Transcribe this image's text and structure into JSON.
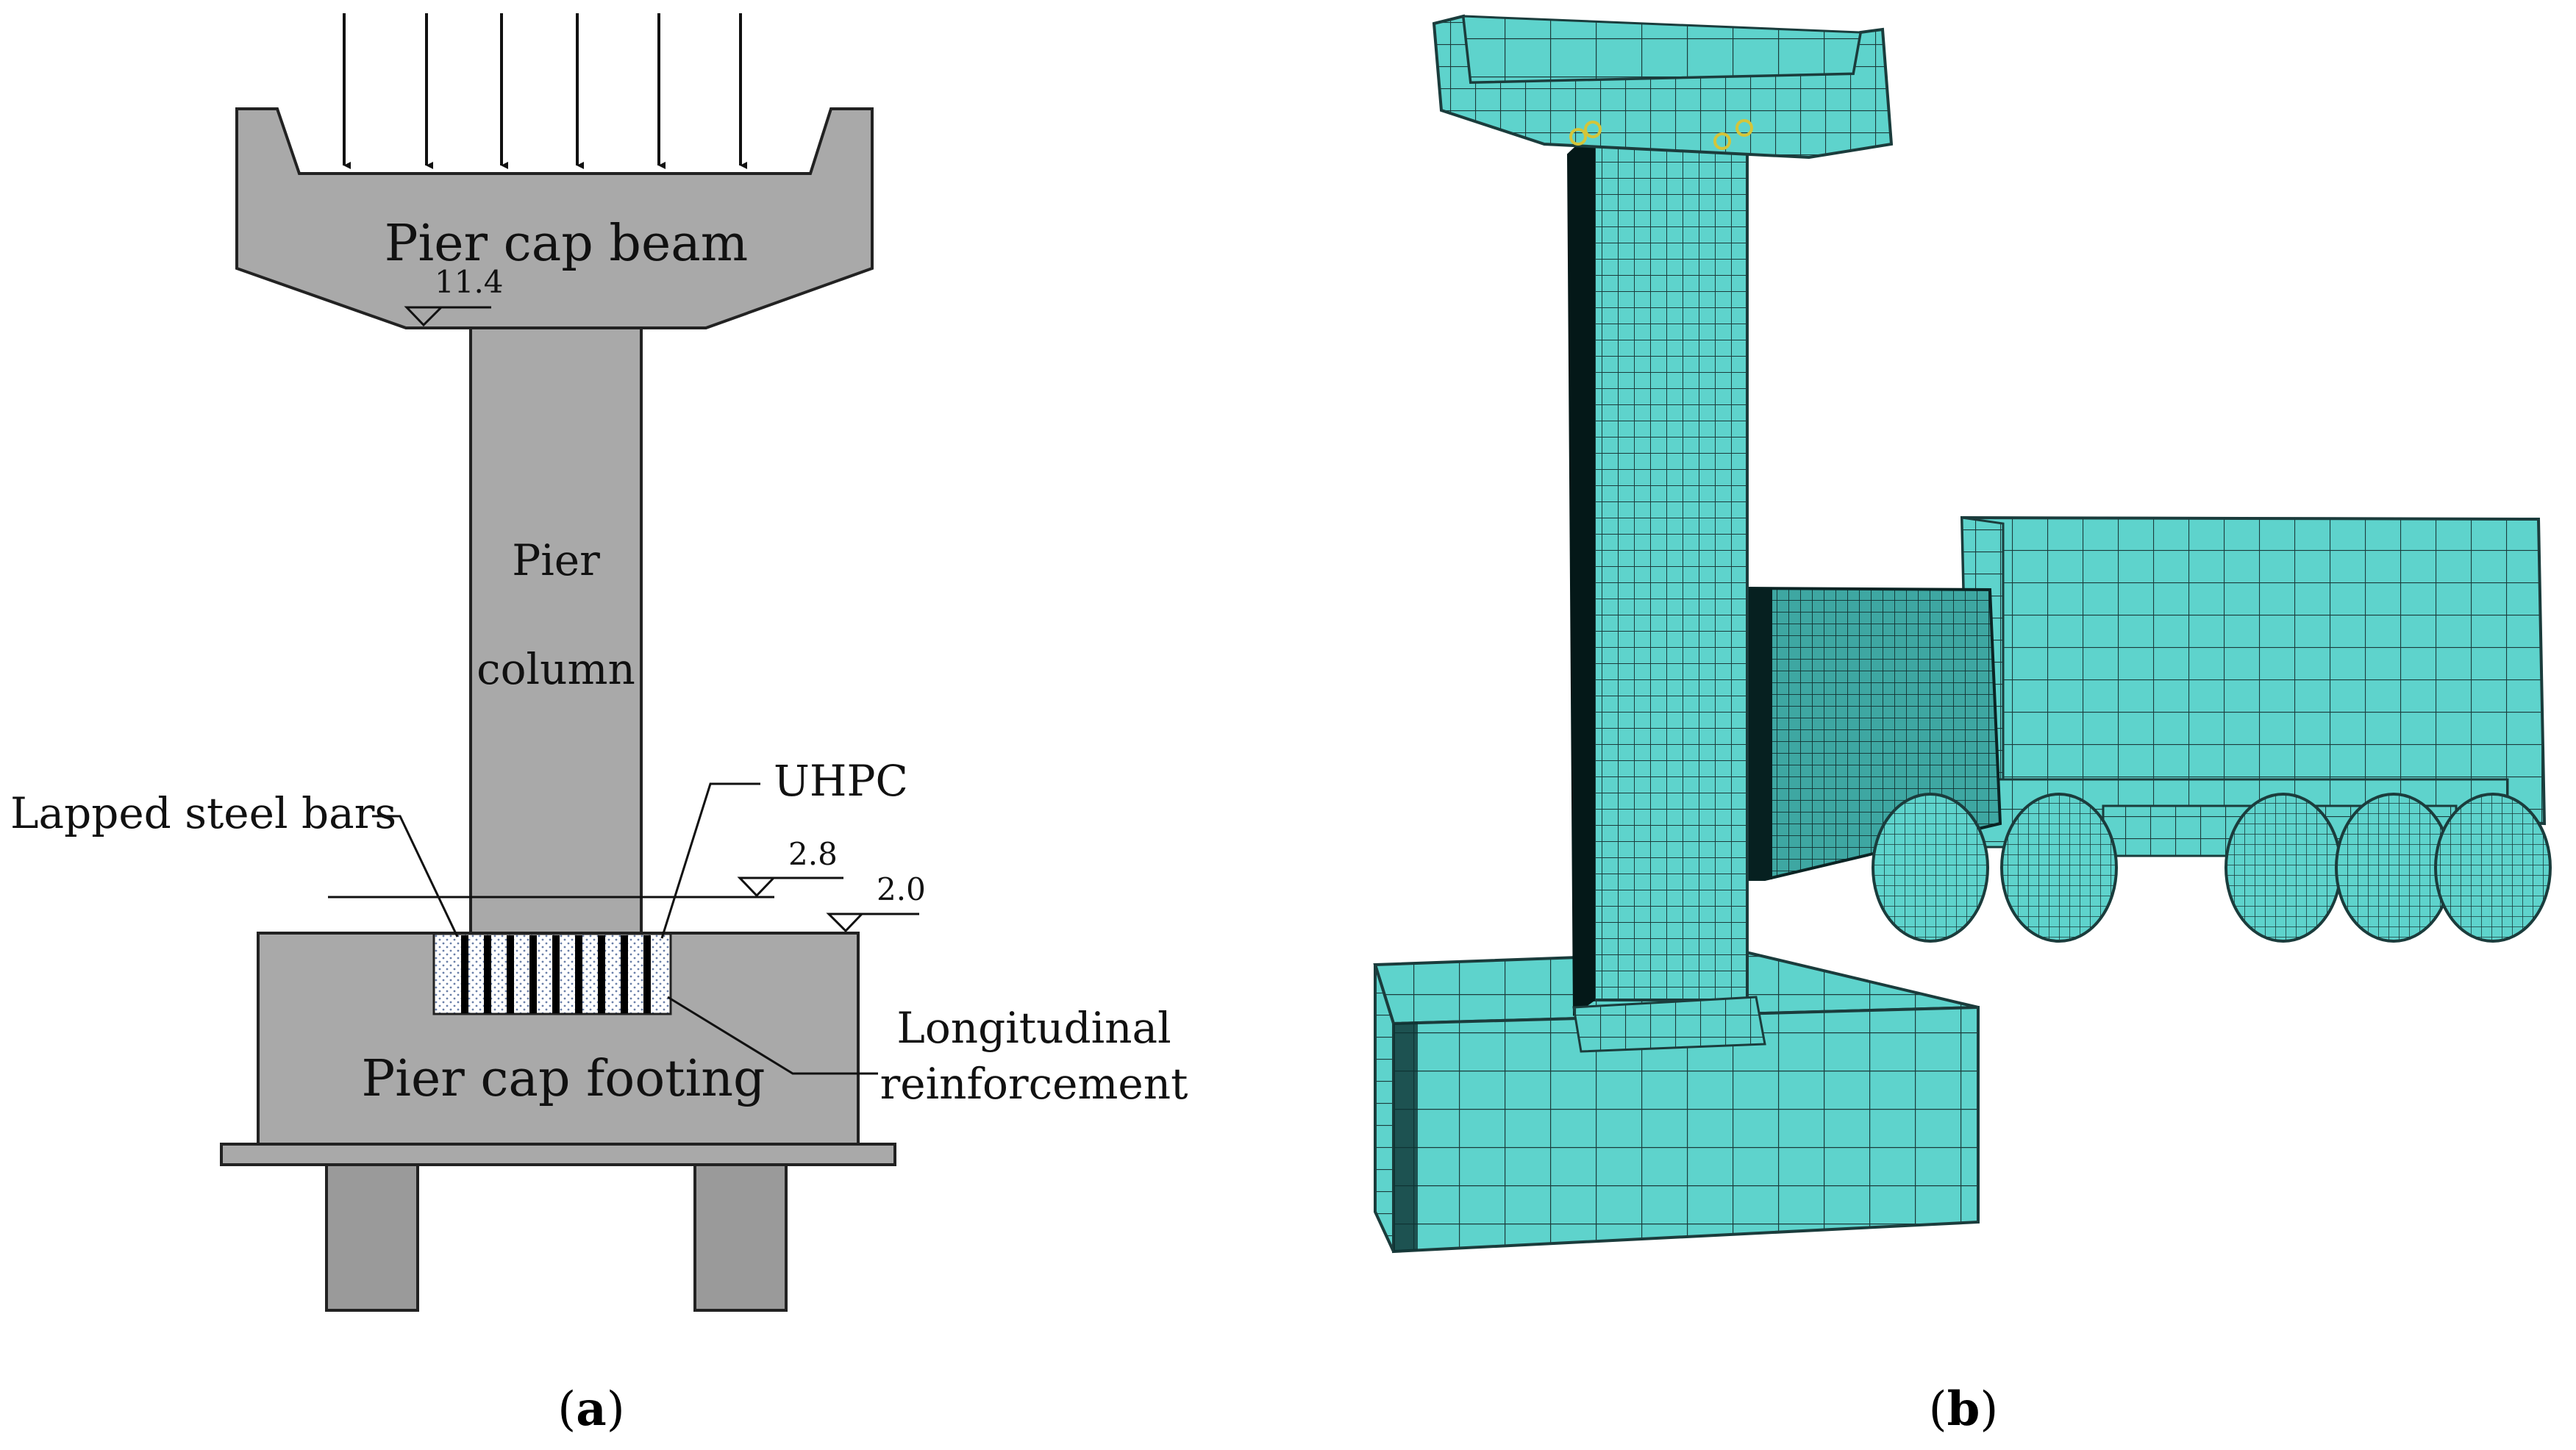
{
  "panel_a": {
    "caption_letter": "a",
    "labels": {
      "pier_cap_beam": "Pier cap beam",
      "pier": "Pier",
      "column": "column",
      "uhpc": "UHPC",
      "lapped_steel_bars": "Lapped steel bars",
      "longitudinal": "Longitudinal",
      "reinforcement": "reinforcement",
      "pier_cap_footing": "Pier cap footing"
    },
    "elevations": {
      "top": "11.4",
      "joint": "2.8",
      "footing": "2.0"
    },
    "colors": {
      "concrete": "#a9a9a9",
      "pile": "#9a9a9a",
      "outline": "#222222"
    }
  },
  "panel_b": {
    "caption_letter": "b",
    "colors": {
      "mesh_fill": "#5ed3cc",
      "mesh_line": "#1b3c3c",
      "shadow": "#062020"
    }
  }
}
